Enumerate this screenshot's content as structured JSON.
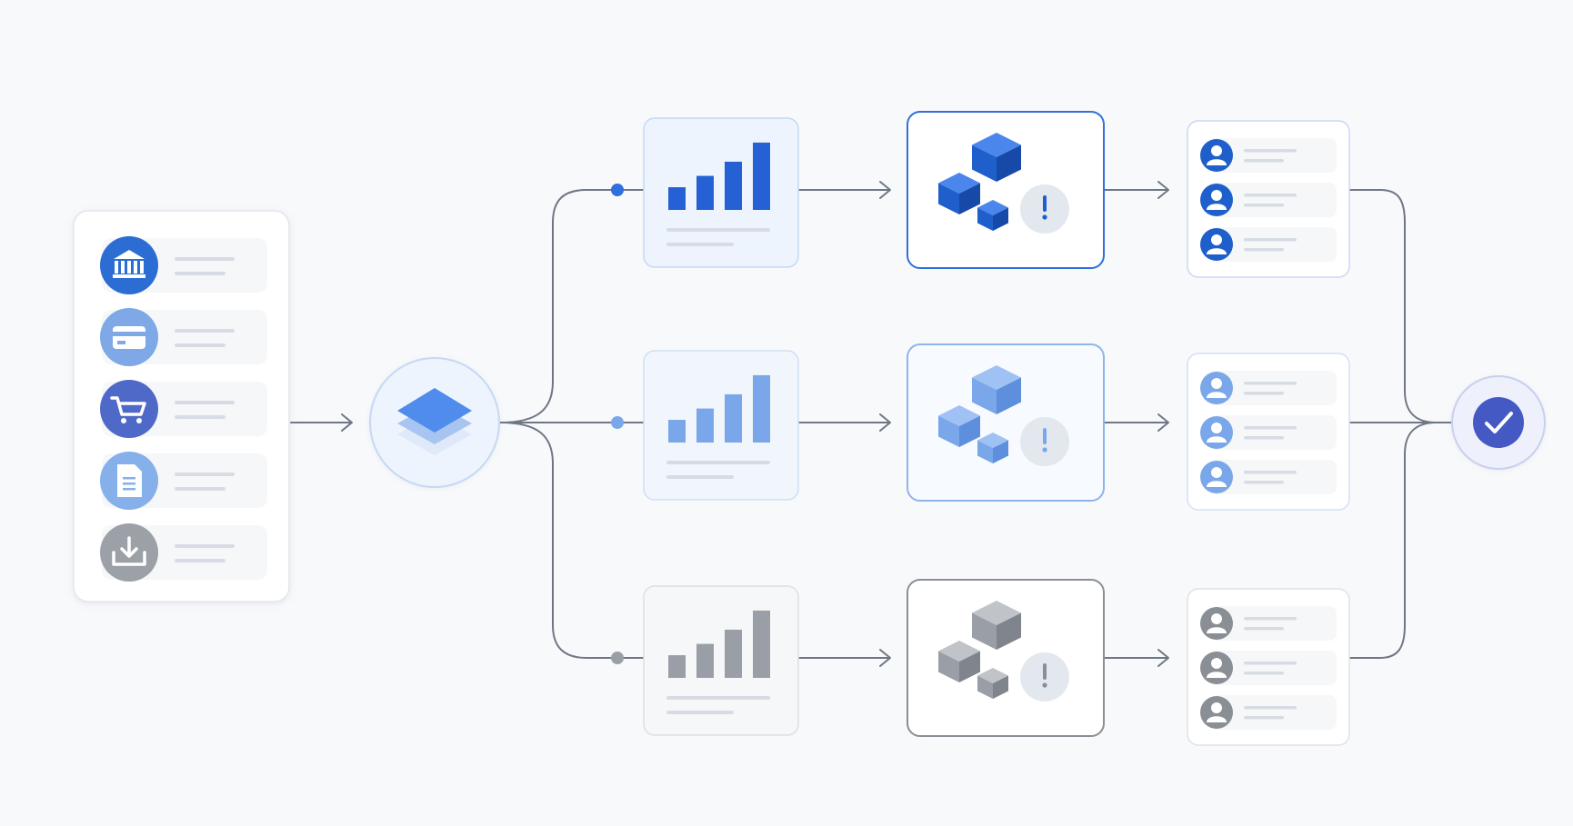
{
  "colors": {
    "background": "#f8f9fb",
    "connector": "#6f7785",
    "blue_dark": "#1f5fcc",
    "blue_mid": "#2f6fde",
    "blue_light": "#7aa7ea",
    "blue_pale": "#c9dcf7",
    "indigo": "#3f57c4",
    "gray": "#9a9ea6",
    "gray_dark": "#80848c",
    "card_border": "#dfe3ea",
    "line_placeholder": "#d7dce4",
    "badge_bg": "#e3e8ef"
  },
  "sources": {
    "items": [
      {
        "icon": "bank-icon",
        "color": "#2c6dd4"
      },
      {
        "icon": "credit-card-icon",
        "color": "#7ea8e6"
      },
      {
        "icon": "shopping-cart-icon",
        "color": "#4f69c9"
      },
      {
        "icon": "document-icon",
        "color": "#86b0ea"
      },
      {
        "icon": "download-icon",
        "color": "#9ca0a7"
      }
    ]
  },
  "hub": {
    "icon": "layers-icon"
  },
  "branches": [
    {
      "tone": "dark",
      "chart_levels": [
        0.32,
        0.48,
        0.68,
        0.95
      ],
      "alert_icon": "alert-icon",
      "users": 3
    },
    {
      "tone": "light",
      "chart_levels": [
        0.32,
        0.48,
        0.68,
        0.95
      ],
      "alert_icon": "alert-icon",
      "users": 3
    },
    {
      "tone": "gray",
      "chart_levels": [
        0.32,
        0.48,
        0.68,
        0.95
      ],
      "alert_icon": "alert-icon",
      "users": 3
    }
  ],
  "final": {
    "icon": "check-icon",
    "color": "#4459c4"
  }
}
